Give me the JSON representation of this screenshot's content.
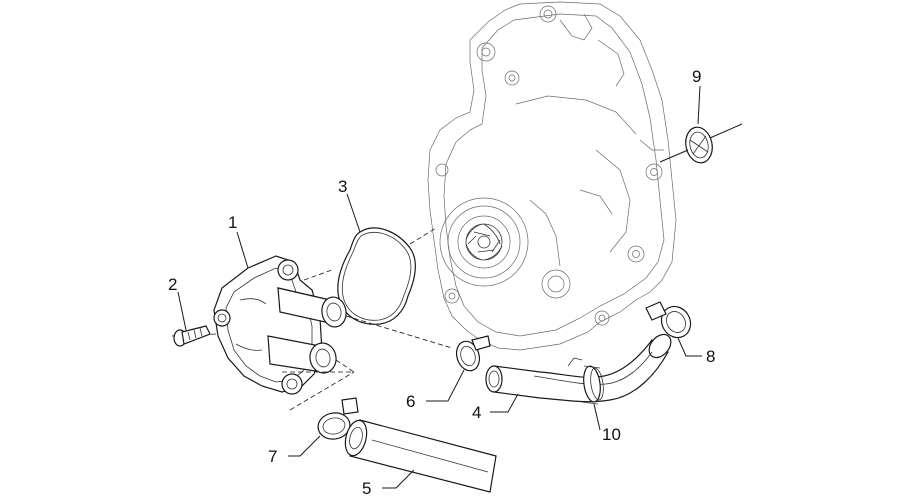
{
  "callouts": [
    {
      "id": "1",
      "label": "1"
    },
    {
      "id": "2",
      "label": "2"
    },
    {
      "id": "3",
      "label": "3"
    },
    {
      "id": "4",
      "label": "4"
    },
    {
      "id": "5",
      "label": "5"
    },
    {
      "id": "6",
      "label": "6"
    },
    {
      "id": "7",
      "label": "7"
    },
    {
      "id": "8",
      "label": "8"
    },
    {
      "id": "9",
      "label": "9"
    },
    {
      "id": "10",
      "label": "10"
    }
  ],
  "parts": [
    {
      "callout": "1",
      "name": "pump-cover"
    },
    {
      "callout": "2",
      "name": "screw"
    },
    {
      "callout": "3",
      "name": "o-ring-gasket"
    },
    {
      "callout": "4",
      "name": "curved-hose"
    },
    {
      "callout": "5",
      "name": "straight-hose"
    },
    {
      "callout": "6",
      "name": "hose-clamp"
    },
    {
      "callout": "7",
      "name": "hose-clamp"
    },
    {
      "callout": "8",
      "name": "hose-clamp"
    },
    {
      "callout": "9",
      "name": "seal-ring"
    },
    {
      "callout": "10",
      "name": "hose-clamp"
    }
  ]
}
